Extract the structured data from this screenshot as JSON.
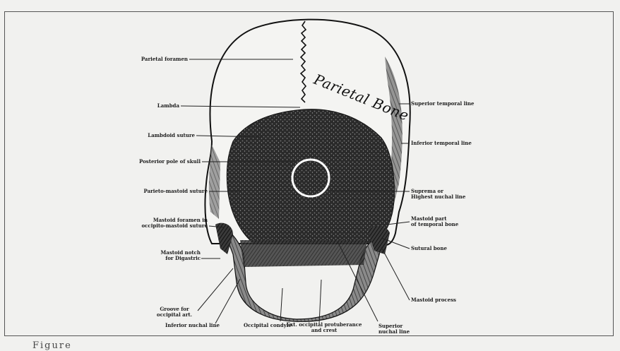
{
  "figure": {
    "bone_label": "Parietal Bone",
    "caption_fragment": "Figure",
    "labels": {
      "parietal_foramen": "Parietal foramen",
      "lambda": "Lambda",
      "lambdoid_suture": "Lambdoid suture",
      "posterior_pole": "Posterior pole of skull",
      "parieto_mastoid": "Parieto-mastoid suture",
      "mastoid_foramen_1": "Mastoid foramen in",
      "mastoid_foramen_2": "occipito-mastoid suture",
      "mastoid_notch_1": "Mastoid notch",
      "mastoid_notch_2": "for Digastric",
      "groove_1": "Groove for",
      "groove_2": "occipital art.",
      "inferior_nuchal": "Inferior nuchal line",
      "occipital_condyle": "Occipital condyle",
      "ext_occipital_1": "Ext. occipital protuberance",
      "ext_occipital_2": "and crest",
      "superior_nuchal_1": "Superior",
      "superior_nuchal_2": "nuchal line",
      "superior_temporal": "Superior temporal line",
      "inferior_temporal": "Inferior temporal line",
      "suprema_1": "Suprema or",
      "suprema_2": "Highest nuchal line",
      "mastoid_part_1": "Mastoid part",
      "mastoid_part_2": "of temporal bone",
      "sutural_bone": "Sutural bone",
      "mastoid_process": "Mastoid process"
    }
  }
}
